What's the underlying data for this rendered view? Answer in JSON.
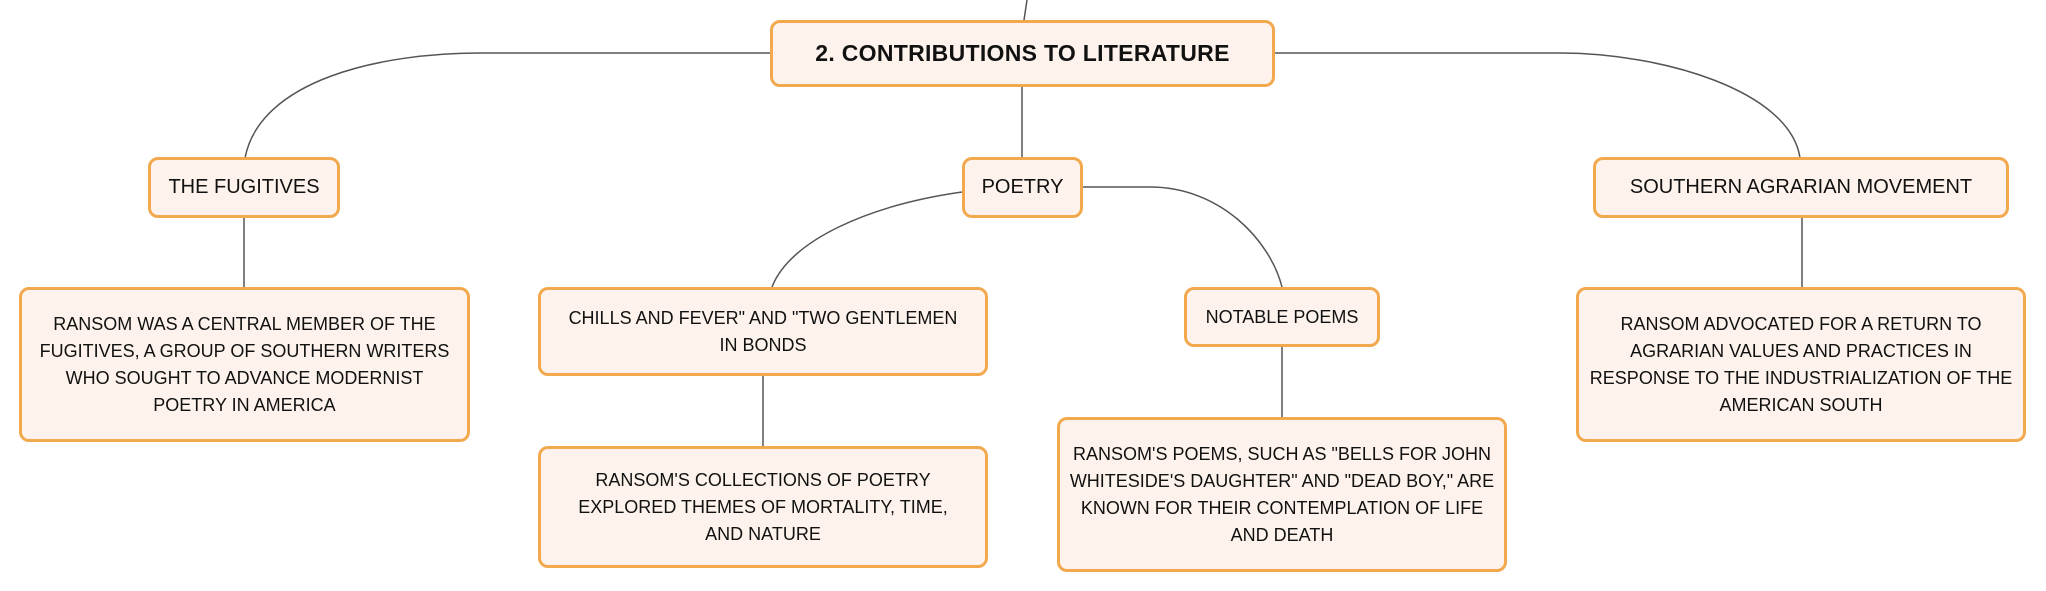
{
  "colors": {
    "node_fill": "#fdf3ec",
    "node_border": "#f2a94e",
    "edge": "#555555",
    "text": "#111111"
  },
  "root": {
    "label": "2. CONTRIBUTIONS TO LITERATURE"
  },
  "branches": {
    "fugitives": {
      "label": "THE FUGITIVES",
      "detail": "RANSOM WAS A CENTRAL MEMBER OF THE FUGITIVES, A GROUP OF SOUTHERN WRITERS WHO SOUGHT TO ADVANCE MODERNIST POETRY IN AMERICA"
    },
    "poetry": {
      "label": "POETRY",
      "collections": {
        "label": "CHILLS AND FEVER\" AND \"TWO GENTLEMEN IN BONDS",
        "detail": "RANSOM'S COLLECTIONS OF POETRY EXPLORED THEMES OF MORTALITY, TIME, AND NATURE"
      },
      "notable": {
        "label": "NOTABLE POEMS",
        "detail": "RANSOM'S POEMS, SUCH AS \"BELLS FOR JOHN WHITESIDE'S DAUGHTER\" AND \"DEAD BOY,\" ARE KNOWN FOR THEIR CONTEMPLATION OF LIFE AND DEATH"
      }
    },
    "agrarian": {
      "label": "SOUTHERN AGRARIAN MOVEMENT",
      "detail": "RANSOM ADVOCATED FOR A RETURN TO AGRARIAN VALUES AND PRACTICES IN RESPONSE TO THE INDUSTRIALIZATION OF THE AMERICAN SOUTH"
    }
  }
}
